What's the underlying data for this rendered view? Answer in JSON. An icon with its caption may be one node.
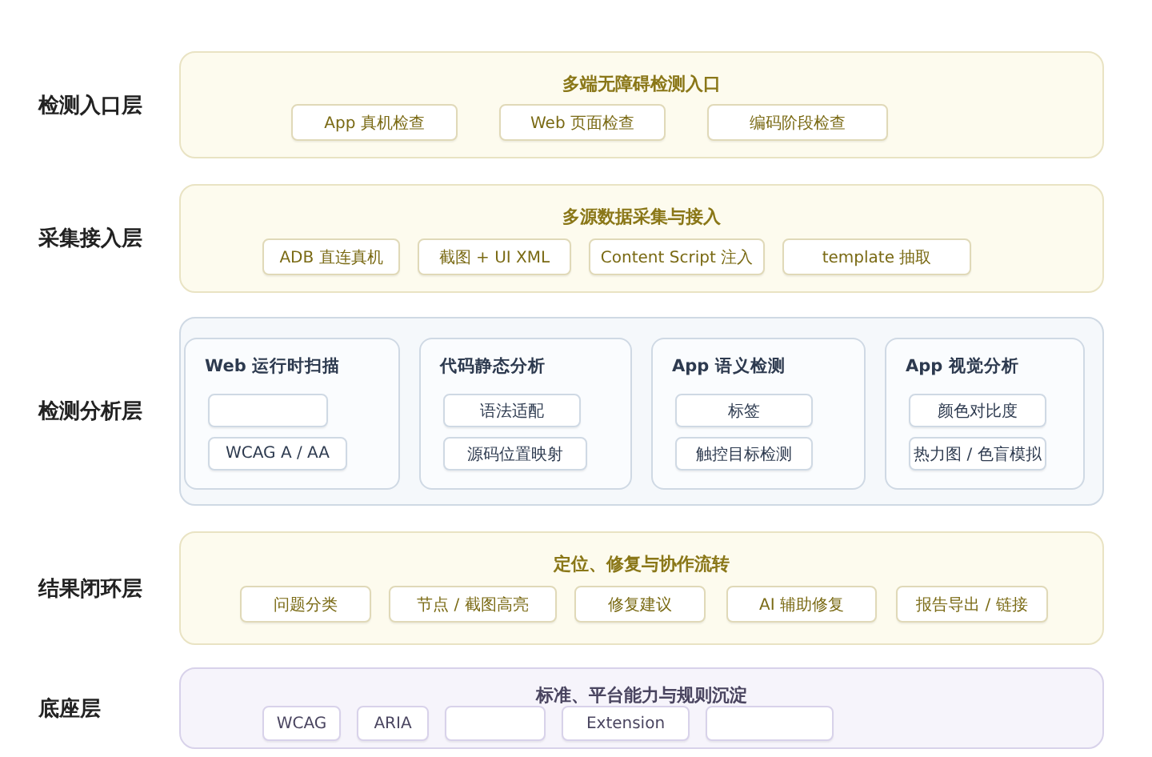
{
  "diagram": {
    "nodes": [
      {
        "text": [
          "多端无障碍检测入口"
        ],
        "beside": [
          "检测入口层"
        ]
      },
      {
        "text": [
          "App 真机检查"
        ],
        "in": 0
      },
      {
        "text": [
          "Web 页面检查"
        ],
        "in": 0
      },
      {
        "text": [
          "编码阶段检查"
        ],
        "in": 0
      },
      {
        "text": [
          "多源数据采集与接入"
        ],
        "beside": [
          "采集接入层"
        ]
      },
      {
        "text": [
          "ADB 直连真机"
        ],
        "in": 4
      },
      {
        "text": [
          "截图 + UI XML"
        ],
        "in": 4
      },
      {
        "text": [
          "Content Script 注入"
        ],
        "in": 4
      },
      {
        "text": [
          "template 抽取"
        ],
        "in": 4
      },
      {
        "text": [],
        "beside": [
          "检测分析层"
        ],
        "shape": "box"
      },
      {
        "text": [
          "Web 运行时扫描"
        ],
        "in": 9
      },
      {
        "text": [],
        "shape": "box",
        "in": 10
      },
      {
        "text": [
          "WCAG A / AA"
        ],
        "in": 10
      },
      {
        "text": [
          "代码静态分析"
        ],
        "in": 9
      },
      {
        "text": [
          "语法适配"
        ],
        "in": 13
      },
      {
        "text": [
          "源码位置映射"
        ],
        "in": 13
      },
      {
        "text": [
          "App 语义检测"
        ],
        "in": 9
      },
      {
        "text": [
          "标签"
        ],
        "in": 16
      },
      {
        "text": [
          "触控目标检测"
        ],
        "in": 16
      },
      {
        "text": [
          "App 视觉分析"
        ],
        "in": 9
      },
      {
        "text": [
          "颜色对比度"
        ],
        "in": 19
      },
      {
        "text": [
          "热力图 / 色盲模拟"
        ],
        "in": 19
      },
      {
        "text": [
          "定位、修复与协作流转"
        ],
        "beside": [
          "结果闭环层"
        ]
      },
      {
        "text": [
          "问题分类"
        ],
        "in": 22
      },
      {
        "text": [
          "节点 / 截图高亮"
        ],
        "in": 22
      },
      {
        "text": [
          "修复建议"
        ],
        "in": 22
      },
      {
        "text": [
          "AI 辅助修复"
        ],
        "in": 22
      },
      {
        "text": [
          "报告导出 / 链接"
        ],
        "in": 22
      },
      {
        "text": [
          "标准、平台能力与规则沉淀"
        ],
        "beside": [
          "底座层"
        ]
      },
      {
        "text": [
          "WCAG"
        ],
        "in": 28
      },
      {
        "text": [
          "ARIA"
        ],
        "in": 28
      },
      {
        "text": [],
        "shape": "box",
        "in": 28
      },
      {
        "text": [
          "Extension"
        ],
        "in": 28
      },
      {
        "text": [],
        "shape": "box",
        "in": 28
      }
    ]
  }
}
